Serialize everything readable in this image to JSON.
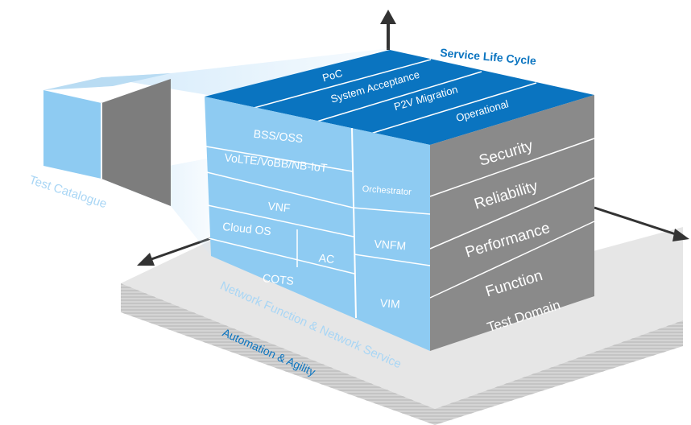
{
  "colors": {
    "top_face": "#0a74c0",
    "front_face": "#8ecbf2",
    "front_line": "#ffffff",
    "side_face": "#8a8a8a",
    "platform_top": "#e3e3e3",
    "platform_side": "#c9c9c9",
    "catalogue_blue": "#8ecbf2",
    "catalogue_grey": "#7d7d7d",
    "arrow": "#333333",
    "title_blue": "#0a74c0",
    "label_light_blue": "#a9d6f5",
    "domain_grey": "#ffffff"
  },
  "service_life_cycle": {
    "title": "Service Life Cycle",
    "stages": [
      "PoC",
      "System Acceptance",
      "P2V Migration",
      "Operational"
    ]
  },
  "network_layers": {
    "bss_oss": "BSS/OSS",
    "volte": "VoLTE/VoBB/NB-IoT",
    "vnf": "VNF",
    "cloud_os": "Cloud OS",
    "ac": "AC",
    "cots": "COTS",
    "orchestrator": "Orchestrator",
    "vnfm": "VNFM",
    "vim": "VIM"
  },
  "test_domain": {
    "label": "Test Domain",
    "items": [
      "Security",
      "Reliability",
      "Performance",
      "Function"
    ]
  },
  "test_catalogue": "Test Catalogue",
  "network_function_label": "Network Function & Network Service",
  "automation_label": "Automation & Agility"
}
